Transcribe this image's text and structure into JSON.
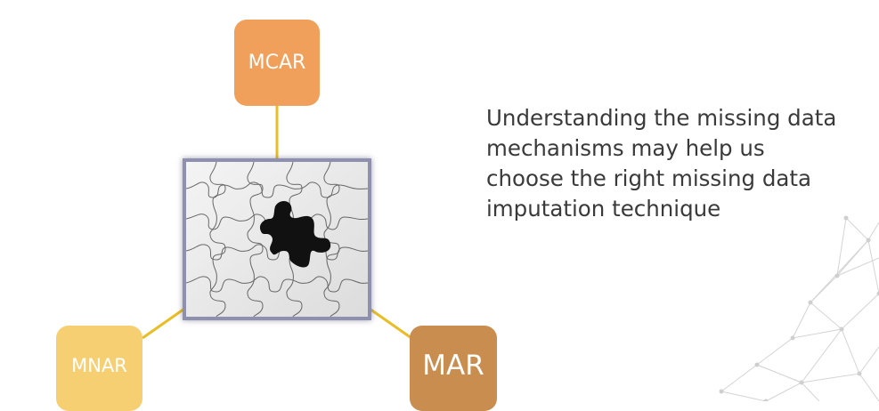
{
  "nodes": {
    "mcar": {
      "label": "MCAR",
      "color": "#f0a05a"
    },
    "mnar": {
      "label": "MNAR",
      "color": "#f5cf72"
    },
    "mar": {
      "label": "MAR",
      "color": "#c98e4f"
    }
  },
  "connector_color": "#e9bd25",
  "center_image": {
    "icon": "puzzle-missing-piece-icon"
  },
  "message_lines": [
    "Understanding the missing data",
    "mechanisms may help us",
    "choose the right missing data",
    "imputation technique"
  ],
  "text_color": "#3a3a3a",
  "decoration": {
    "icon": "network-mesh-icon"
  }
}
